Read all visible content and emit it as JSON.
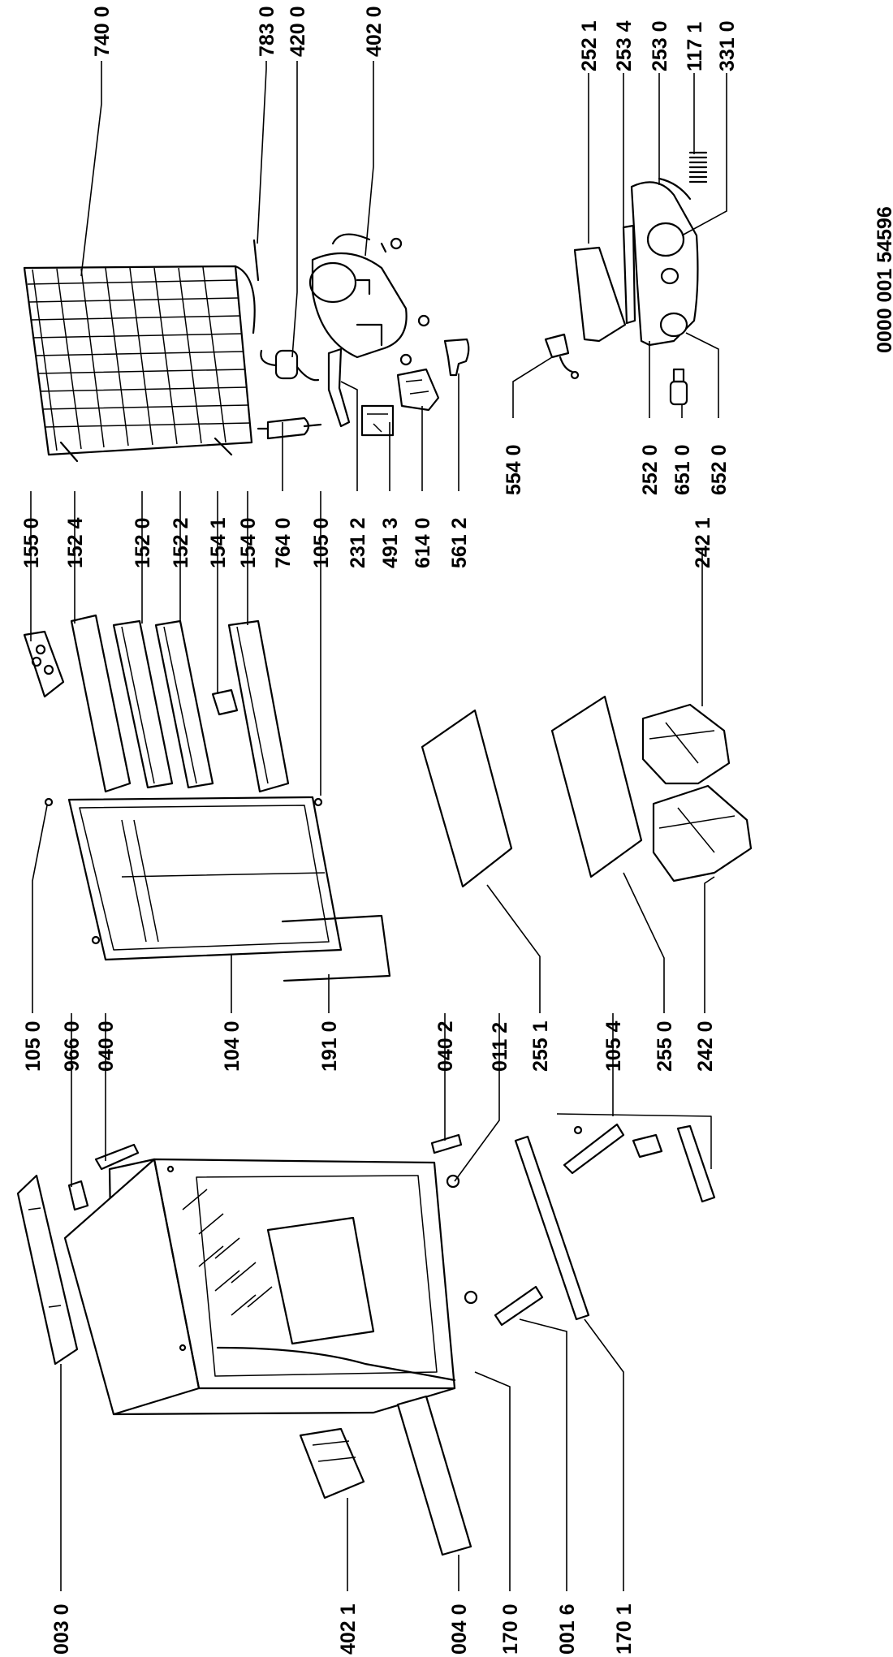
{
  "document_id": "0000 001 54596",
  "labels": {
    "p7400": "740 0",
    "p7830": "783 0",
    "p4200": "420 0",
    "p4020": "402 0",
    "p2521": "252 1",
    "p2534": "253 4",
    "p2530": "253 0",
    "p1171": "117 1",
    "p3310": "331 0",
    "p1550": "155 0",
    "p1524": "152 4",
    "p1520": "152 0",
    "p1522": "152 2",
    "p1541": "154 1",
    "p1540": "154 0",
    "p7640": "764 0",
    "p1050a": "105 0",
    "p2312": "231 2",
    "p4913": "491 3",
    "p6140": "614 0",
    "p5612": "561 2",
    "p5540": "554 0",
    "p2520": "252 0",
    "p6510": "651 0",
    "p6520": "652 0",
    "p2421": "242 1",
    "p1050b": "105 0",
    "p9660": "966 0",
    "p0400": "040 0",
    "p1040": "104 0",
    "p1910": "191 0",
    "p0402": "040 2",
    "p0112": "011 2",
    "p2551": "255 1",
    "p1054": "105 4",
    "p2550": "255 0",
    "p2420": "242 0",
    "p0030": "003 0",
    "p4021": "402 1",
    "p0040": "004 0",
    "p1700": "170 0",
    "p0016": "001 6",
    "p1701": "170 1"
  }
}
